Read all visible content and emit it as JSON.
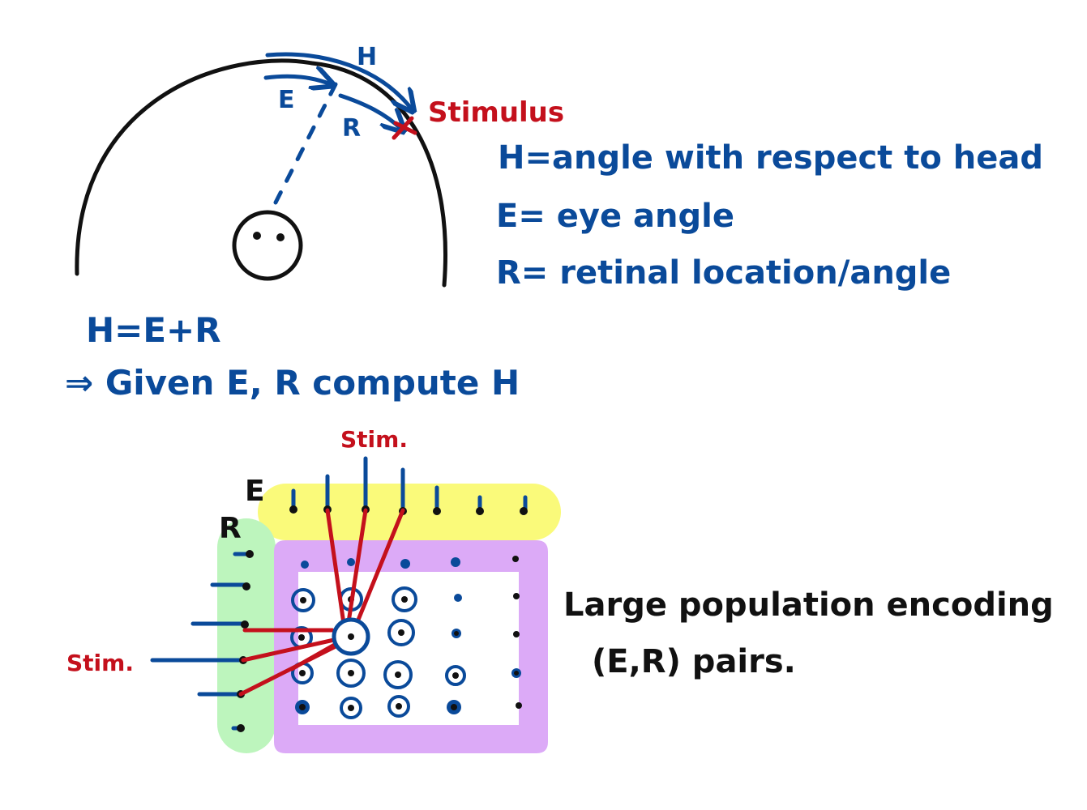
{
  "diagram": {
    "label_h": "H",
    "label_e": "E",
    "label_r": "R",
    "stimulus": "Stimulus",
    "definitions": [
      "H=angle with respect to head",
      "E= eye angle",
      "R= retinal location/angle"
    ],
    "equation": "H=E+R",
    "given": "⇒ Given E, R compute H",
    "grid_label_e": "E",
    "grid_label_r": "R",
    "stim_top": "Stim.",
    "stim_left": "Stim.",
    "population_line1": "Large population encoding",
    "population_line2": "(E,R) pairs."
  },
  "colors": {
    "ink_blue": "#0a4a9a",
    "ink_red": "#c4101c",
    "ink_black": "#111111",
    "highlight_yellow": "#fafa7a",
    "highlight_green": "#bdf5bd",
    "highlight_purple": "#dcaaf7"
  }
}
